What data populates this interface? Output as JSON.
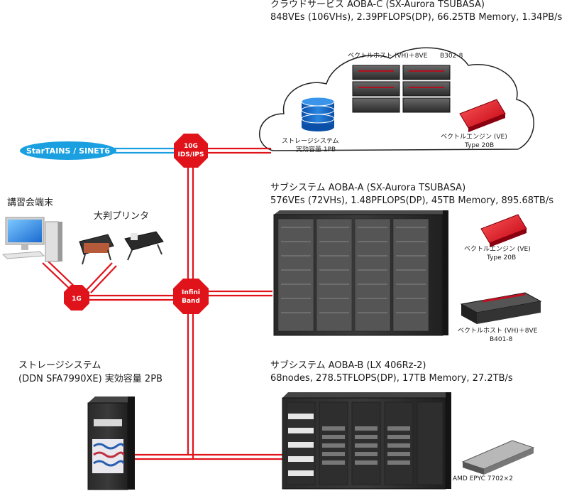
{
  "aoba_c": {
    "title": "クラウドサービス AOBA-C (SX-Aurora TSUBASA)",
    "specs": "848VEs (106VHs), 2.39PFLOPS(DP), 66.25TB Memory, 1.34PB/s",
    "vh_label": "ベクトルホスト (VH)＋8VE",
    "vh_model": "B302-8",
    "storage_line1": "ストレージシステム",
    "storage_line2": "実効容量 1PB",
    "ve_label": "ベクトルエンジン (VE)",
    "ve_type": "Type 20B"
  },
  "network": {
    "sinet": "StarTAINS / SINET6",
    "ids_line1": "10G",
    "ids_line2": "IDS/IPS",
    "ib_line1": "Infini",
    "ib_line2": "Band",
    "one_g": "1G"
  },
  "aoba_a": {
    "title": "サブシステム AOBA-A (SX-Aurora TSUBASA)",
    "specs": "576VEs (72VHs), 1.48PFLOPS(DP), 45TB Memory, 895.68TB/s",
    "ve_label": "ベクトルエンジン (VE)",
    "ve_type": "Type 20B",
    "vh_label": "ベクトルホスト (VH)＋8VE",
    "vh_model": "B401-8"
  },
  "terminal": {
    "label": "講習会端末"
  },
  "printer": {
    "label": "大判プリンタ"
  },
  "storage_main": {
    "line1": "ストレージシステム",
    "line2": "(DDN SFA7990XE) 実効容量 2PB"
  },
  "aoba_b": {
    "title": "サブシステム AOBA-B (LX 406Rz-2)",
    "specs": "68nodes, 278.5TFLOPS(DP), 17TB Memory, 27.2TB/s",
    "cpu_label": "AMD EPYC 7702×2"
  },
  "colors": {
    "red": "#e0131a",
    "blue": "#1aa0e0",
    "rack": "#1c1c1c"
  }
}
